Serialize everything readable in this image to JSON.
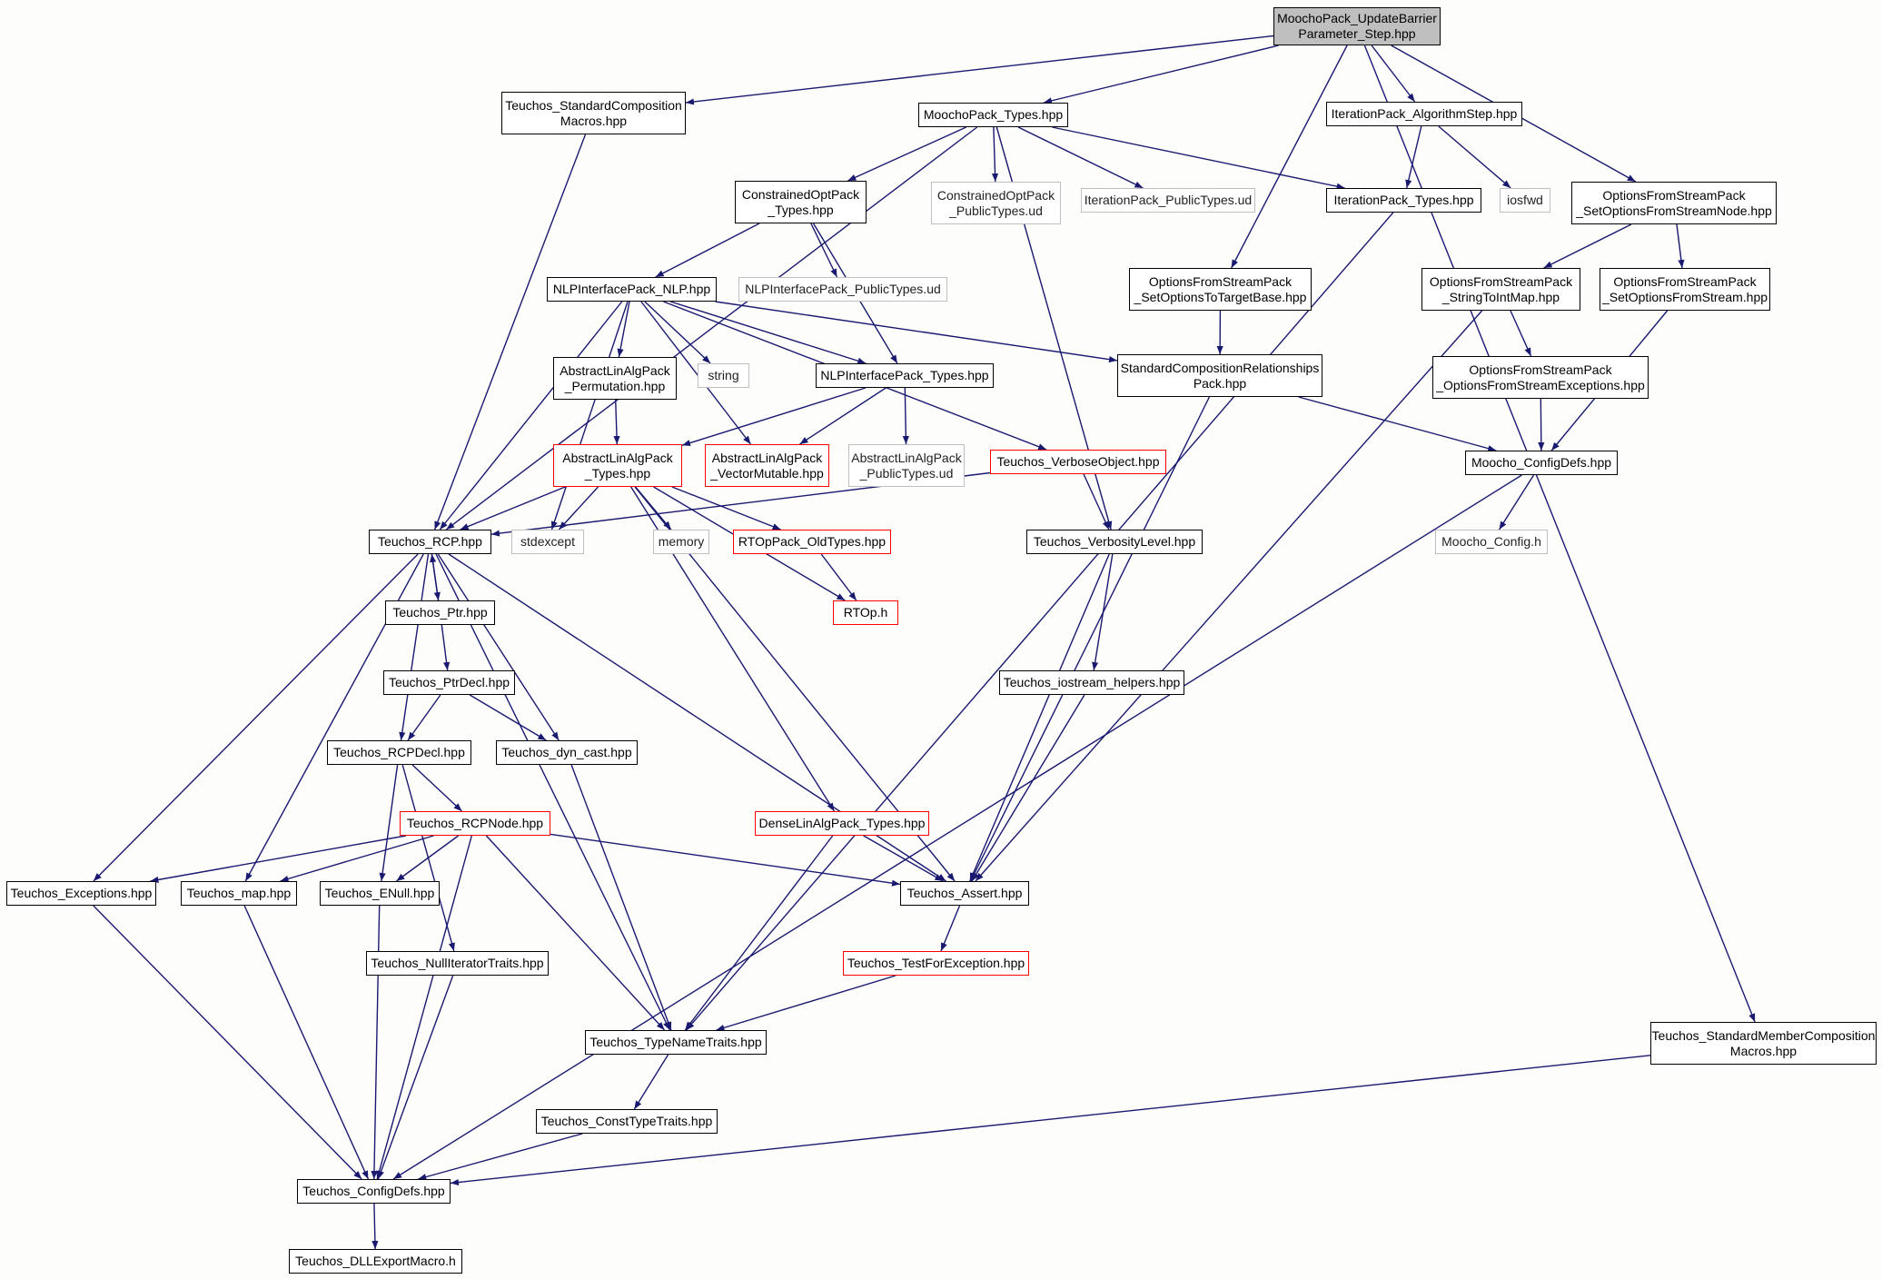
{
  "diagram": {
    "edge_color": "#191970",
    "nodes": [
      {
        "id": "root",
        "label": "MoochoPack_UpdateBarrier\nParameter_Step.hpp",
        "style": "root"
      },
      {
        "id": "std_comp_macros",
        "label": "Teuchos_StandardComposition\nMacros.hpp",
        "style": "normal"
      },
      {
        "id": "moocho_types",
        "label": "MoochoPack_Types.hpp",
        "style": "normal"
      },
      {
        "id": "iter_alg_step",
        "label": "IterationPack_AlgorithmStep.hpp",
        "style": "normal"
      },
      {
        "id": "ofs_node",
        "label": "OptionsFromStreamPack\n_SetOptionsFromStreamNode.hpp",
        "style": "normal"
      },
      {
        "id": "constrained_types",
        "label": "ConstrainedOptPack\n_Types.hpp",
        "style": "normal"
      },
      {
        "id": "constrained_public_ud",
        "label": "ConstrainedOptPack\n_PublicTypes.ud",
        "style": "external"
      },
      {
        "id": "iter_public_ud",
        "label": "IterationPack_PublicTypes.ud",
        "style": "external"
      },
      {
        "id": "iter_types",
        "label": "IterationPack_Types.hpp",
        "style": "normal"
      },
      {
        "id": "iosfwd",
        "label": "iosfwd",
        "style": "external"
      },
      {
        "id": "nlp",
        "label": "NLPInterfacePack_NLP.hpp",
        "style": "normal"
      },
      {
        "id": "nlp_public_ud",
        "label": "NLPInterfacePack_PublicTypes.ud",
        "style": "external"
      },
      {
        "id": "ofs_target",
        "label": "OptionsFromStreamPack\n_SetOptionsToTargetBase.hpp",
        "style": "normal"
      },
      {
        "id": "ofs_intmap",
        "label": "OptionsFromStreamPack\n_StringToIntMap.hpp",
        "style": "normal"
      },
      {
        "id": "ofs_stream",
        "label": "OptionsFromStreamPack\n_SetOptionsFromStream.hpp",
        "style": "normal"
      },
      {
        "id": "ala_perm",
        "label": "AbstractLinAlgPack\n_Permutation.hpp",
        "style": "normal"
      },
      {
        "id": "string",
        "label": "string",
        "style": "external"
      },
      {
        "id": "nlp_types",
        "label": "NLPInterfacePack_Types.hpp",
        "style": "normal"
      },
      {
        "id": "std_comp_rel",
        "label": "StandardCompositionRelationships\nPack.hpp",
        "style": "normal"
      },
      {
        "id": "ofs_exc",
        "label": "OptionsFromStreamPack\n_OptionsFromStreamExceptions.hpp",
        "style": "normal"
      },
      {
        "id": "ala_types",
        "label": "AbstractLinAlgPack\n_Types.hpp",
        "style": "red"
      },
      {
        "id": "ala_vecmut",
        "label": "AbstractLinAlgPack\n_VectorMutable.hpp",
        "style": "red"
      },
      {
        "id": "ala_public_ud",
        "label": "AbstractLinAlgPack\n_PublicTypes.ud",
        "style": "external"
      },
      {
        "id": "verbose_obj",
        "label": "Teuchos_VerboseObject.hpp",
        "style": "red"
      },
      {
        "id": "moocho_configdefs",
        "label": "Moocho_ConfigDefs.hpp",
        "style": "normal"
      },
      {
        "id": "rcp",
        "label": "Teuchos_RCP.hpp",
        "style": "normal"
      },
      {
        "id": "stdexcept",
        "label": "stdexcept",
        "style": "external"
      },
      {
        "id": "memory",
        "label": "memory",
        "style": "external"
      },
      {
        "id": "rtop_old",
        "label": "RTOpPack_OldTypes.hpp",
        "style": "red"
      },
      {
        "id": "verbosity",
        "label": "Teuchos_VerbosityLevel.hpp",
        "style": "normal"
      },
      {
        "id": "moocho_config_h",
        "label": "Moocho_Config.h",
        "style": "external"
      },
      {
        "id": "ptr",
        "label": "Teuchos_Ptr.hpp",
        "style": "normal"
      },
      {
        "id": "rtop_h",
        "label": "RTOp.h",
        "style": "red"
      },
      {
        "id": "ptrdecl",
        "label": "Teuchos_PtrDecl.hpp",
        "style": "normal"
      },
      {
        "id": "iostream_helpers",
        "label": "Teuchos_iostream_helpers.hpp",
        "style": "normal"
      },
      {
        "id": "rcpdecl",
        "label": "Teuchos_RCPDecl.hpp",
        "style": "normal"
      },
      {
        "id": "dyn_cast",
        "label": "Teuchos_dyn_cast.hpp",
        "style": "normal"
      },
      {
        "id": "rcpnode",
        "label": "Teuchos_RCPNode.hpp",
        "style": "red"
      },
      {
        "id": "dense_types",
        "label": "DenseLinAlgPack_Types.hpp",
        "style": "red"
      },
      {
        "id": "exceptions",
        "label": "Teuchos_Exceptions.hpp",
        "style": "normal"
      },
      {
        "id": "map",
        "label": "Teuchos_map.hpp",
        "style": "normal"
      },
      {
        "id": "enull",
        "label": "Teuchos_ENull.hpp",
        "style": "normal"
      },
      {
        "id": "assert",
        "label": "Teuchos_Assert.hpp",
        "style": "normal"
      },
      {
        "id": "nulliter",
        "label": "Teuchos_NullIteratorTraits.hpp",
        "style": "normal"
      },
      {
        "id": "testforexc",
        "label": "Teuchos_TestForException.hpp",
        "style": "red"
      },
      {
        "id": "std_member_macros",
        "label": "Teuchos_StandardMemberComposition\nMacros.hpp",
        "style": "normal"
      },
      {
        "id": "typename",
        "label": "Teuchos_TypeNameTraits.hpp",
        "style": "normal"
      },
      {
        "id": "consttype",
        "label": "Teuchos_ConstTypeTraits.hpp",
        "style": "normal"
      },
      {
        "id": "teuchos_configdefs",
        "label": "Teuchos_ConfigDefs.hpp",
        "style": "normal"
      },
      {
        "id": "dll",
        "label": "Teuchos_DLLExportMacro.h",
        "style": "normal"
      }
    ],
    "edges": [
      [
        "root",
        "std_comp_macros"
      ],
      [
        "root",
        "moocho_types"
      ],
      [
        "root",
        "ofs_target"
      ],
      [
        "root",
        "iter_alg_step"
      ],
      [
        "root",
        "ofs_node"
      ],
      [
        "root",
        "std_member_macros"
      ],
      [
        "std_comp_macros",
        "rcp"
      ],
      [
        "moocho_types",
        "rcp"
      ],
      [
        "moocho_types",
        "constrained_types"
      ],
      [
        "moocho_types",
        "constrained_public_ud"
      ],
      [
        "moocho_types",
        "iter_public_ud"
      ],
      [
        "moocho_types",
        "iter_types"
      ],
      [
        "moocho_types",
        "verbosity"
      ],
      [
        "iter_alg_step",
        "iter_types"
      ],
      [
        "iter_alg_step",
        "iosfwd"
      ],
      [
        "ofs_node",
        "ofs_intmap"
      ],
      [
        "ofs_node",
        "ofs_stream"
      ],
      [
        "constrained_types",
        "nlp"
      ],
      [
        "constrained_types",
        "nlp_public_ud"
      ],
      [
        "constrained_types",
        "nlp_types"
      ],
      [
        "iter_types",
        "typename"
      ],
      [
        "nlp",
        "ala_perm"
      ],
      [
        "nlp",
        "string"
      ],
      [
        "nlp",
        "nlp_types"
      ],
      [
        "nlp",
        "std_comp_rel"
      ],
      [
        "nlp",
        "verbose_obj"
      ],
      [
        "nlp",
        "ala_vecmut"
      ],
      [
        "nlp",
        "rcp"
      ],
      [
        "nlp",
        "stdexcept"
      ],
      [
        "ofs_target",
        "std_comp_rel"
      ],
      [
        "ofs_intmap",
        "ofs_exc"
      ],
      [
        "ofs_intmap",
        "assert"
      ],
      [
        "ofs_stream",
        "moocho_configdefs"
      ],
      [
        "ala_perm",
        "ala_types"
      ],
      [
        "nlp_types",
        "ala_types"
      ],
      [
        "nlp_types",
        "ala_vecmut"
      ],
      [
        "nlp_types",
        "ala_public_ud"
      ],
      [
        "std_comp_rel",
        "moocho_configdefs"
      ],
      [
        "std_comp_rel",
        "assert"
      ],
      [
        "ofs_exc",
        "moocho_configdefs"
      ],
      [
        "ala_types",
        "rcp"
      ],
      [
        "ala_types",
        "stdexcept"
      ],
      [
        "ala_types",
        "memory"
      ],
      [
        "ala_types",
        "rtop_old"
      ],
      [
        "ala_types",
        "rtop_h"
      ],
      [
        "ala_types",
        "assert"
      ],
      [
        "ala_types",
        "dense_types"
      ],
      [
        "verbose_obj",
        "rcp"
      ],
      [
        "verbose_obj",
        "verbosity"
      ],
      [
        "moocho_configdefs",
        "moocho_config_h"
      ],
      [
        "moocho_configdefs",
        "teuchos_configdefs"
      ],
      [
        "rcp",
        "ptr"
      ],
      [
        "rcp",
        "rcpdecl"
      ],
      [
        "rcp",
        "dyn_cast"
      ],
      [
        "rcp",
        "typename"
      ],
      [
        "rcp",
        "exceptions"
      ],
      [
        "rcp",
        "map"
      ],
      [
        "rcp",
        "assert"
      ],
      [
        "ptr",
        "rcp"
      ],
      [
        "ptr",
        "ptrdecl"
      ],
      [
        "rtop_old",
        "rtop_h"
      ],
      [
        "verbosity",
        "iostream_helpers"
      ],
      [
        "verbosity",
        "assert"
      ],
      [
        "ptrdecl",
        "rcpdecl"
      ],
      [
        "ptrdecl",
        "dyn_cast"
      ],
      [
        "iostream_helpers",
        "assert"
      ],
      [
        "rcpdecl",
        "rcpnode"
      ],
      [
        "rcpdecl",
        "enull"
      ],
      [
        "rcpdecl",
        "nulliter"
      ],
      [
        "dyn_cast",
        "typename"
      ],
      [
        "rcpnode",
        "exceptions"
      ],
      [
        "rcpnode",
        "map"
      ],
      [
        "rcpnode",
        "enull"
      ],
      [
        "rcpnode",
        "assert"
      ],
      [
        "rcpnode",
        "typename"
      ],
      [
        "rcpnode",
        "teuchos_configdefs"
      ],
      [
        "dense_types",
        "assert"
      ],
      [
        "dense_types",
        "typename"
      ],
      [
        "exceptions",
        "teuchos_configdefs"
      ],
      [
        "map",
        "teuchos_configdefs"
      ],
      [
        "enull",
        "teuchos_configdefs"
      ],
      [
        "assert",
        "testforexc"
      ],
      [
        "nulliter",
        "teuchos_configdefs"
      ],
      [
        "testforexc",
        "typename"
      ],
      [
        "std_member_macros",
        "teuchos_configdefs"
      ],
      [
        "typename",
        "consttype"
      ],
      [
        "consttype",
        "teuchos_configdefs"
      ],
      [
        "teuchos_configdefs",
        "dll"
      ]
    ]
  }
}
